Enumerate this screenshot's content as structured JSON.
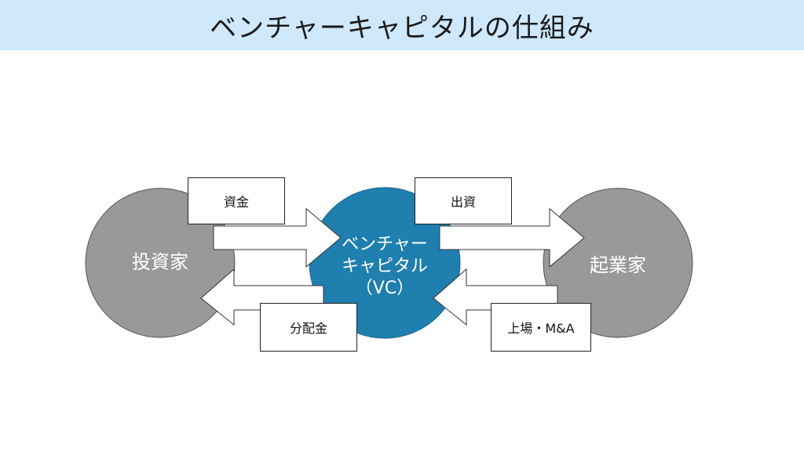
{
  "title": "ベンチャーキャピタルの仕組み",
  "nodes": {
    "investor": {
      "label": "投資家",
      "color": "#999999"
    },
    "vc": {
      "line1": "ベンチャー",
      "line2": "キャピタル",
      "line3": "（VC）",
      "color": "#1f7fae"
    },
    "entrepreneur": {
      "label": "起業家",
      "color": "#999999"
    }
  },
  "flows": {
    "funds": "資金",
    "investment": "出資",
    "distribution": "分配金",
    "exit": "上場・M&A"
  }
}
